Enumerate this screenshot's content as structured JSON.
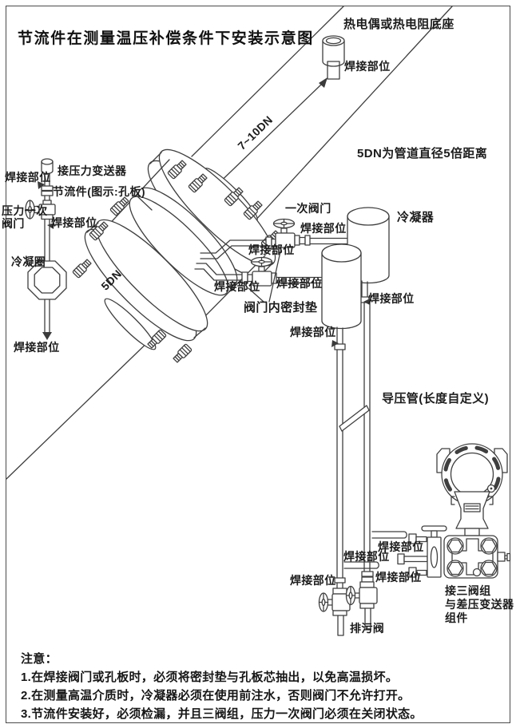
{
  "title": "节流件在测量温压补偿条件下安装示意图",
  "colors": {
    "background": "#ffffff",
    "line": "#3f3f3f",
    "text": "#1c1c1c"
  },
  "labels": {
    "weld": "焊接部位",
    "thermo_base": "热电偶或热电阻底座",
    "dim_7_10dn": "7~10DN",
    "dim_5dn": "5DN",
    "dn_note": "5DN为管道直径5倍距离",
    "pressure_transmitter": "接压力变送器",
    "throttle": "节流件(图示:孔板)",
    "pressure_primary_valve": [
      "压力一次",
      "阀门"
    ],
    "condensate_ring": "冷凝圈",
    "primary_valve": "一次阀门",
    "condenser": "冷凝器",
    "valve_seal": "阀门内密封垫",
    "impulse_pipe": "导压管(长度自定义)",
    "three_valve_group": [
      "接三阀组",
      "与差压变送器",
      "组件"
    ],
    "drain_valve": "排污阀"
  },
  "notes": {
    "heading": "注意：",
    "items": [
      "1.在焊接阀门或孔板时，必须将密封垫与孔板芯抽出，以免高温损坏。",
      "2.在测量高温介质时，冷凝器必须在使用前注水，否则阀门不允许打开。",
      "3.节流件安装好，必须检漏，并且三阀组，压力一次阀门必须在关闭状态。"
    ]
  }
}
